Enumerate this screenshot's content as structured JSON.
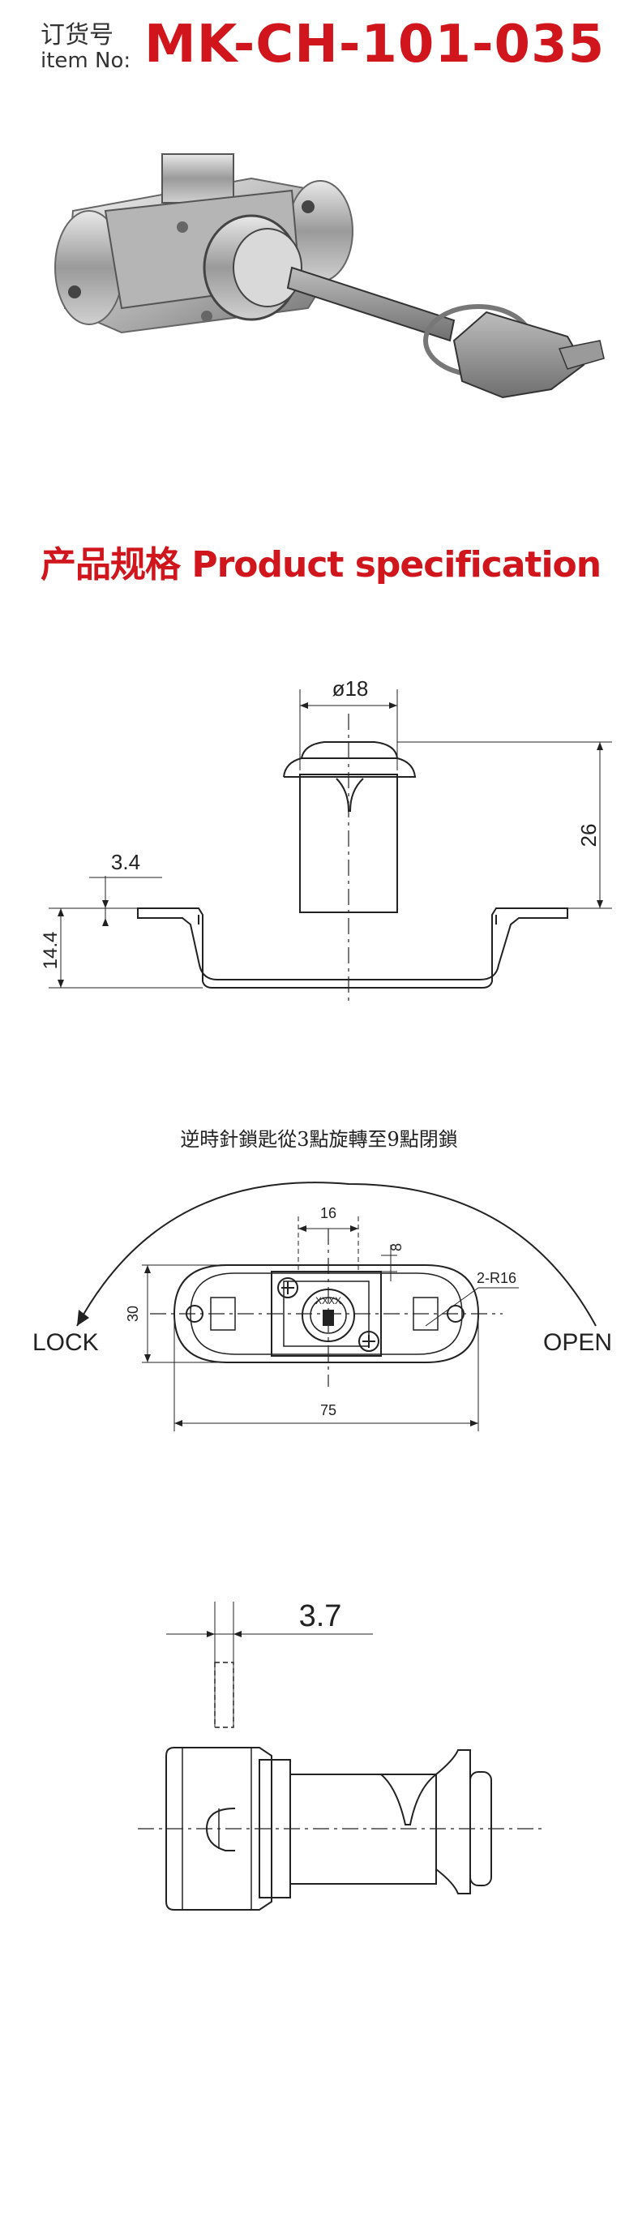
{
  "header": {
    "label_cn": "订货号",
    "label_en": "item No:",
    "item_no": "MK-CH-101-035"
  },
  "section": {
    "title": "产品规格 Product specification"
  },
  "drawing_side": {
    "dim_diameter": "ø18",
    "dim_height": "26",
    "dim_thickness": "3.4",
    "dim_depth": "14.4"
  },
  "drawing_front": {
    "caption": "逆時針鎖匙從3點旋轉至9點閉鎖",
    "dim_width_top": "16",
    "dim_small": "8",
    "dim_radius": "2-R16",
    "dim_height": "30",
    "dim_width": "75",
    "key_code": "XXXX",
    "lock_label": "LOCK",
    "open_label": "OPEN"
  },
  "drawing_top": {
    "dim_bolt": "3.7"
  }
}
